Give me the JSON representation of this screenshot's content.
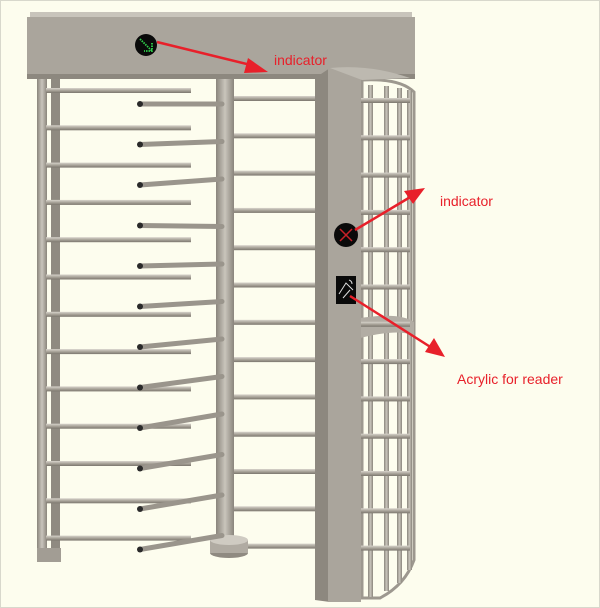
{
  "labels": {
    "top_indicator": "indicator",
    "side_indicator": "indicator",
    "reader": "Acrylic for reader"
  },
  "colors": {
    "annotation": "#e8202a",
    "metal": "#aaa59c",
    "background": "#fdfdee"
  },
  "icons": [
    "green-arrow-indicator-icon",
    "red-x-indicator-icon",
    "card-reader-icon"
  ]
}
